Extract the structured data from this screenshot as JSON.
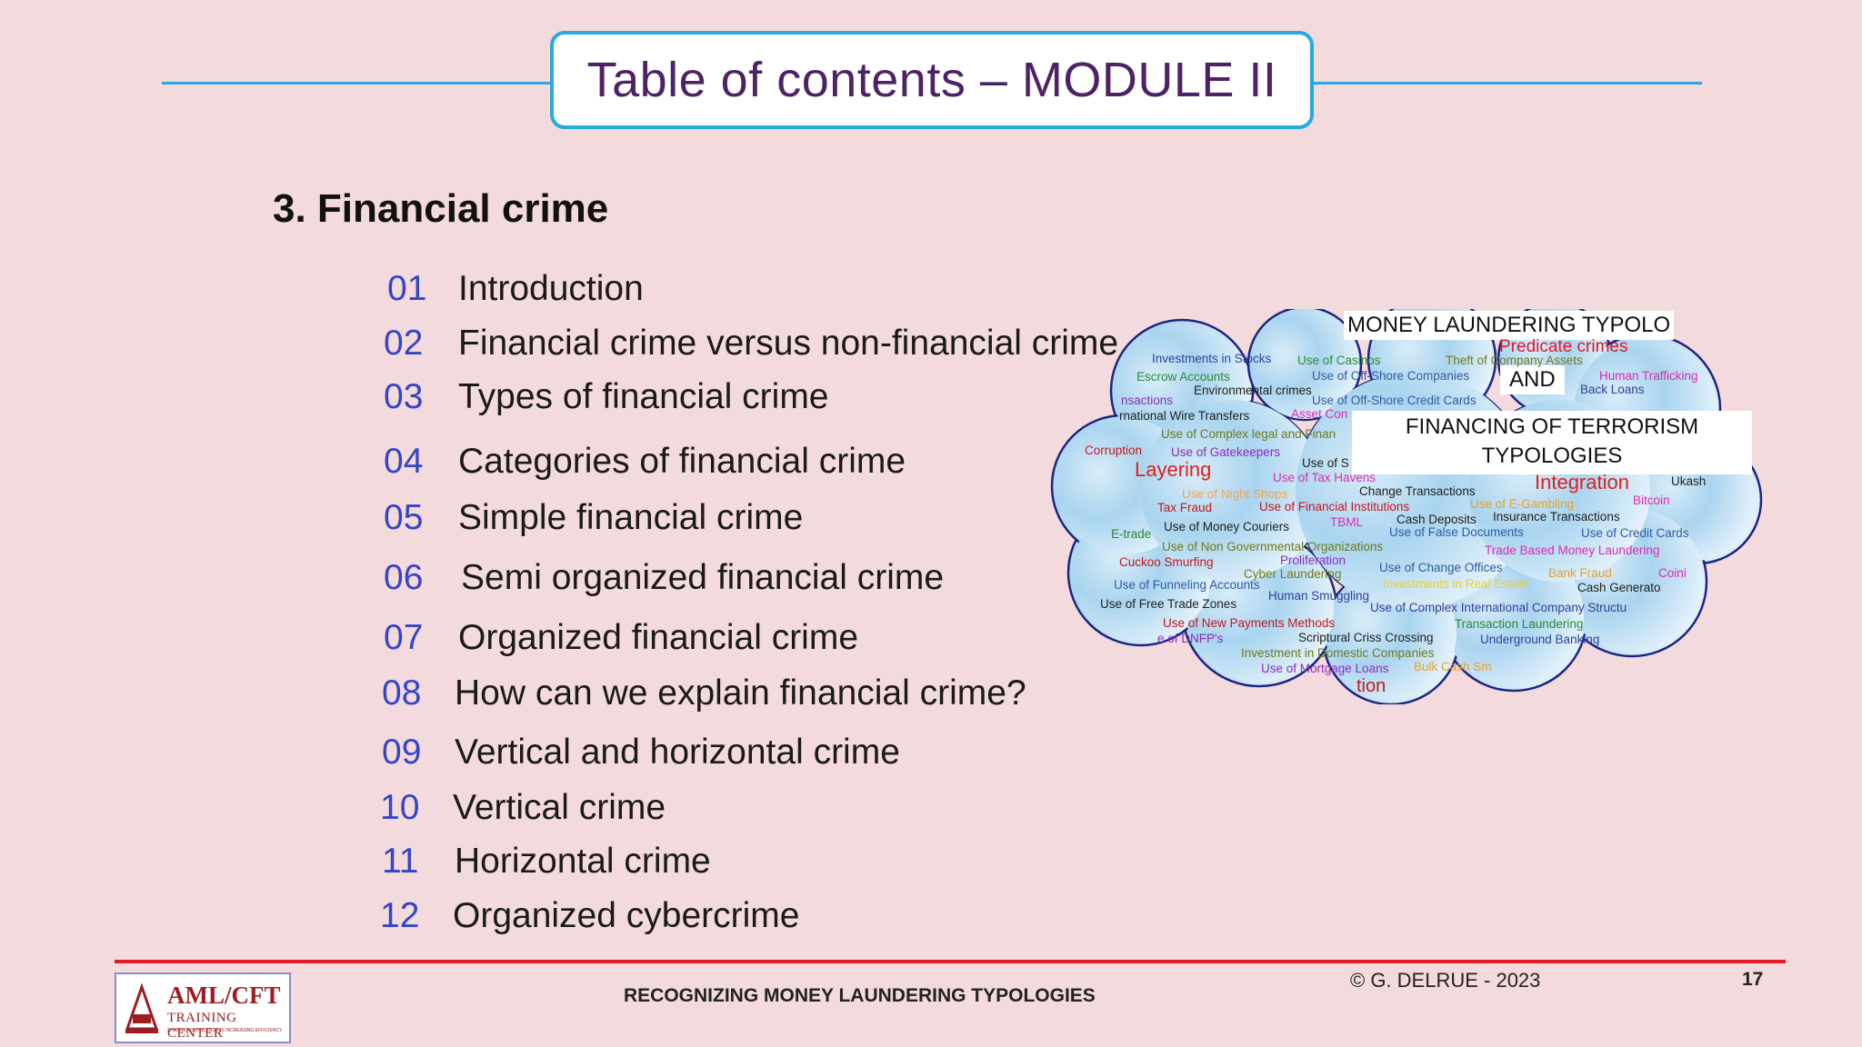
{
  "slide": {
    "title": "Table of contents – MODULE II",
    "section_heading": "3.  Financial crime",
    "toc": [
      {
        "number": "01",
        "label": "Introduction"
      },
      {
        "number": "02",
        "label": "Financial crime versus non-financial crime"
      },
      {
        "number": "03",
        "label": "Types of financial crime"
      },
      {
        "number": "04",
        "label": "Categories of financial crime"
      },
      {
        "number": "05",
        "label": "Simple financial crime"
      },
      {
        "number": "06",
        "label": "Semi organized financial crime"
      },
      {
        "number": "07",
        "label": "Organized financial crime"
      },
      {
        "number": "08",
        "label": "How can we explain financial crime?"
      },
      {
        "number": "09",
        "label": "Vertical and horizontal crime"
      },
      {
        "number": "10",
        "label": "Vertical crime"
      },
      {
        "number": "11",
        "label": "Horizontal crime"
      },
      {
        "number": "12",
        "label": "Organized cybercrime"
      }
    ]
  },
  "cloud": {
    "header_title": "MONEY LAUNDERING TYPOLO",
    "and_label": "AND",
    "financing_label": "FINANCING OF TERRORISM",
    "typologies_label": "TYPOLOGIES",
    "words": [
      {
        "text": "Predicate crimes",
        "color": "#e0192a"
      },
      {
        "text": "Investments in Stocks",
        "color": "#2f3f9e"
      },
      {
        "text": "Use of Casinos",
        "color": "#2b8a34"
      },
      {
        "text": "Theft of Company Assets",
        "color": "#6f7a1c"
      },
      {
        "text": "Escrow Accounts",
        "color": "#2b8a34"
      },
      {
        "text": "Use of Off-Shore Companies",
        "color": "#2f5aa6"
      },
      {
        "text": "Human Trafficking",
        "color": "#d92bb0"
      },
      {
        "text": "Environmental crimes",
        "color": "#222222"
      },
      {
        "text": "Back Loans",
        "color": "#2f3f9e"
      },
      {
        "text": "nsactions",
        "color": "#8a2bbd"
      },
      {
        "text": "Use of Off-Shore Credit Cards",
        "color": "#2f5aa6"
      },
      {
        "text": "rnational Wire Transfers",
        "color": "#222222"
      },
      {
        "text": "Asset Con",
        "color": "#d92bb0"
      },
      {
        "text": "Use of Complex legal and Finan",
        "color": "#6f7a1c"
      },
      {
        "text": "Corruption",
        "color": "#c4171f"
      },
      {
        "text": "Use of Gatekeepers",
        "color": "#8a2bbd"
      },
      {
        "text": "Use of S",
        "color": "#222222"
      },
      {
        "text": "Layering",
        "color": "#d9231d"
      },
      {
        "text": "Use of Tax Havens",
        "color": "#d92bb0"
      },
      {
        "text": "Integration",
        "color": "#d9231d"
      },
      {
        "text": "Ukash",
        "color": "#222222"
      },
      {
        "text": "Use of Night Shops",
        "color": "#f2a74e"
      },
      {
        "text": "Change Transactions",
        "color": "#222222"
      },
      {
        "text": "Bitcoin",
        "color": "#d92bb0"
      },
      {
        "text": "Tax Fraud",
        "color": "#c4171f"
      },
      {
        "text": "Use of Financial Institutions",
        "color": "#c4171f"
      },
      {
        "text": "Use of E-Gambling",
        "color": "#e8a030"
      },
      {
        "text": "Insurance Transactions",
        "color": "#222222"
      },
      {
        "text": "Use of Money Couriers",
        "color": "#222222"
      },
      {
        "text": "TBML",
        "color": "#d92bb0"
      },
      {
        "text": "Cash Deposits",
        "color": "#222222"
      },
      {
        "text": "E-trade",
        "color": "#2b8a34"
      },
      {
        "text": "Use of False Documents",
        "color": "#2f5aa6"
      },
      {
        "text": "Use of Credit Cards",
        "color": "#2f5aa6"
      },
      {
        "text": "Use of Non Governmental Organizations",
        "color": "#6f7a1c"
      },
      {
        "text": "Trade Based Money Laundering",
        "color": "#d92bb0"
      },
      {
        "text": "Cuckoo Smurfing",
        "color": "#c4171f"
      },
      {
        "text": "Proliferation",
        "color": "#8a2bbd"
      },
      {
        "text": "Use of Change Offices",
        "color": "#2f5aa6"
      },
      {
        "text": "Cyber Laundering",
        "color": "#6f7a1c"
      },
      {
        "text": "Bank Fraud",
        "color": "#e8a030"
      },
      {
        "text": "Coini",
        "color": "#d92bb0"
      },
      {
        "text": "Use of Funneling Accounts",
        "color": "#2f5aa6"
      },
      {
        "text": "Investments in Real Estate",
        "color": "#e8d030"
      },
      {
        "text": "Cash Generato",
        "color": "#222222"
      },
      {
        "text": "Human Smuggling",
        "color": "#2f3f9e"
      },
      {
        "text": "Use of Free Trade Zones",
        "color": "#222222"
      },
      {
        "text": "Use of Complex International Company Structu",
        "color": "#2f3f9e"
      },
      {
        "text": "Use of New Payments Methods",
        "color": "#c4171f"
      },
      {
        "text": "Transaction Laundering",
        "color": "#2b8a34"
      },
      {
        "text": "e of DNFP's",
        "color": "#8a2bbd"
      },
      {
        "text": "Scriptural Criss Crossing",
        "color": "#222222"
      },
      {
        "text": "Underground Banking",
        "color": "#2f3f9e"
      },
      {
        "text": "Investment in Domestic Companies",
        "color": "#6f7a1c"
      },
      {
        "text": "Use of Mortgage Loans",
        "color": "#8a2bbd"
      },
      {
        "text": "Bulk Cash Sm",
        "color": "#e8a030"
      },
      {
        "text": "tion",
        "color": "#c4171f"
      }
    ]
  },
  "footer": {
    "logo_main": "AML/CFT",
    "logo_sub": "TRAINING CENTER",
    "logo_tagline": "SHARING KNOWLEDGE IS INCREASING EFFICIENCY",
    "text": "RECOGNIZING MONEY LAUNDERING TYPOLOGIES",
    "copyright": "© G. DELRUE - 2023",
    "page_number": "17"
  }
}
